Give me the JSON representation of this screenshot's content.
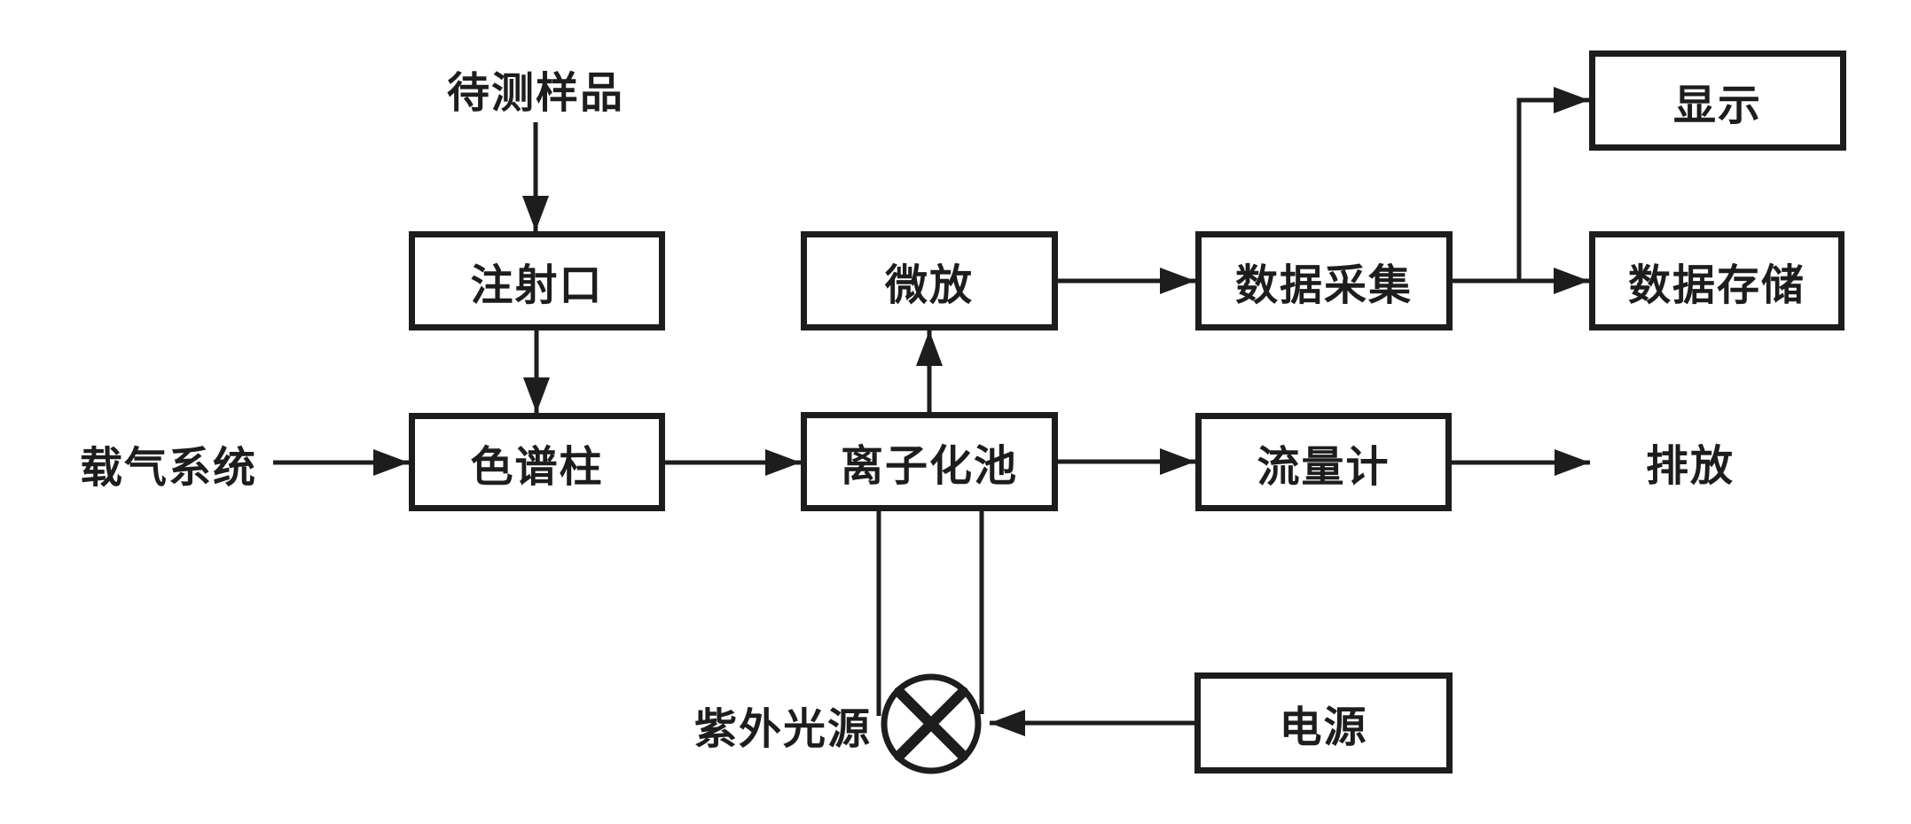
{
  "diagram": {
    "type": "flow-diagram",
    "nodes": {
      "injection_port": {
        "label": "注射口"
      },
      "column": {
        "label": "色谱柱"
      },
      "micro_amplifier": {
        "label": "微放"
      },
      "ionization_cell": {
        "label": "离子化池"
      },
      "data_acquisition": {
        "label": "数据采集"
      },
      "flow_meter": {
        "label": "流量计"
      },
      "display": {
        "label": "显示"
      },
      "data_storage": {
        "label": "数据存储"
      },
      "power_supply": {
        "label": "电源"
      }
    },
    "floating_labels": {
      "sample": "待测样品",
      "carrier_gas_system": "载气系统",
      "exhaust": "排放",
      "uv_light_source": "紫外光源"
    },
    "symbols": {
      "uv_lamp": "circle-with-x-lamp-symbol"
    },
    "edges": [
      {
        "from": "待测样品",
        "to": "注射口"
      },
      {
        "from": "注射口",
        "to": "色谱柱"
      },
      {
        "from": "载气系统",
        "to": "色谱柱"
      },
      {
        "from": "色谱柱",
        "to": "离子化池"
      },
      {
        "from": "离子化池",
        "to": "微放"
      },
      {
        "from": "微放",
        "to": "数据采集"
      },
      {
        "from": "数据采集",
        "to": "显示"
      },
      {
        "from": "数据采集",
        "to": "数据存储"
      },
      {
        "from": "离子化池",
        "to": "流量计"
      },
      {
        "from": "流量计",
        "to": "排放"
      },
      {
        "from": "离子化池",
        "to": "紫外光源"
      },
      {
        "from": "电源",
        "to": "紫外光源"
      }
    ],
    "colors": {
      "ink": "#1d1d1d",
      "background": "#ffffff"
    }
  }
}
